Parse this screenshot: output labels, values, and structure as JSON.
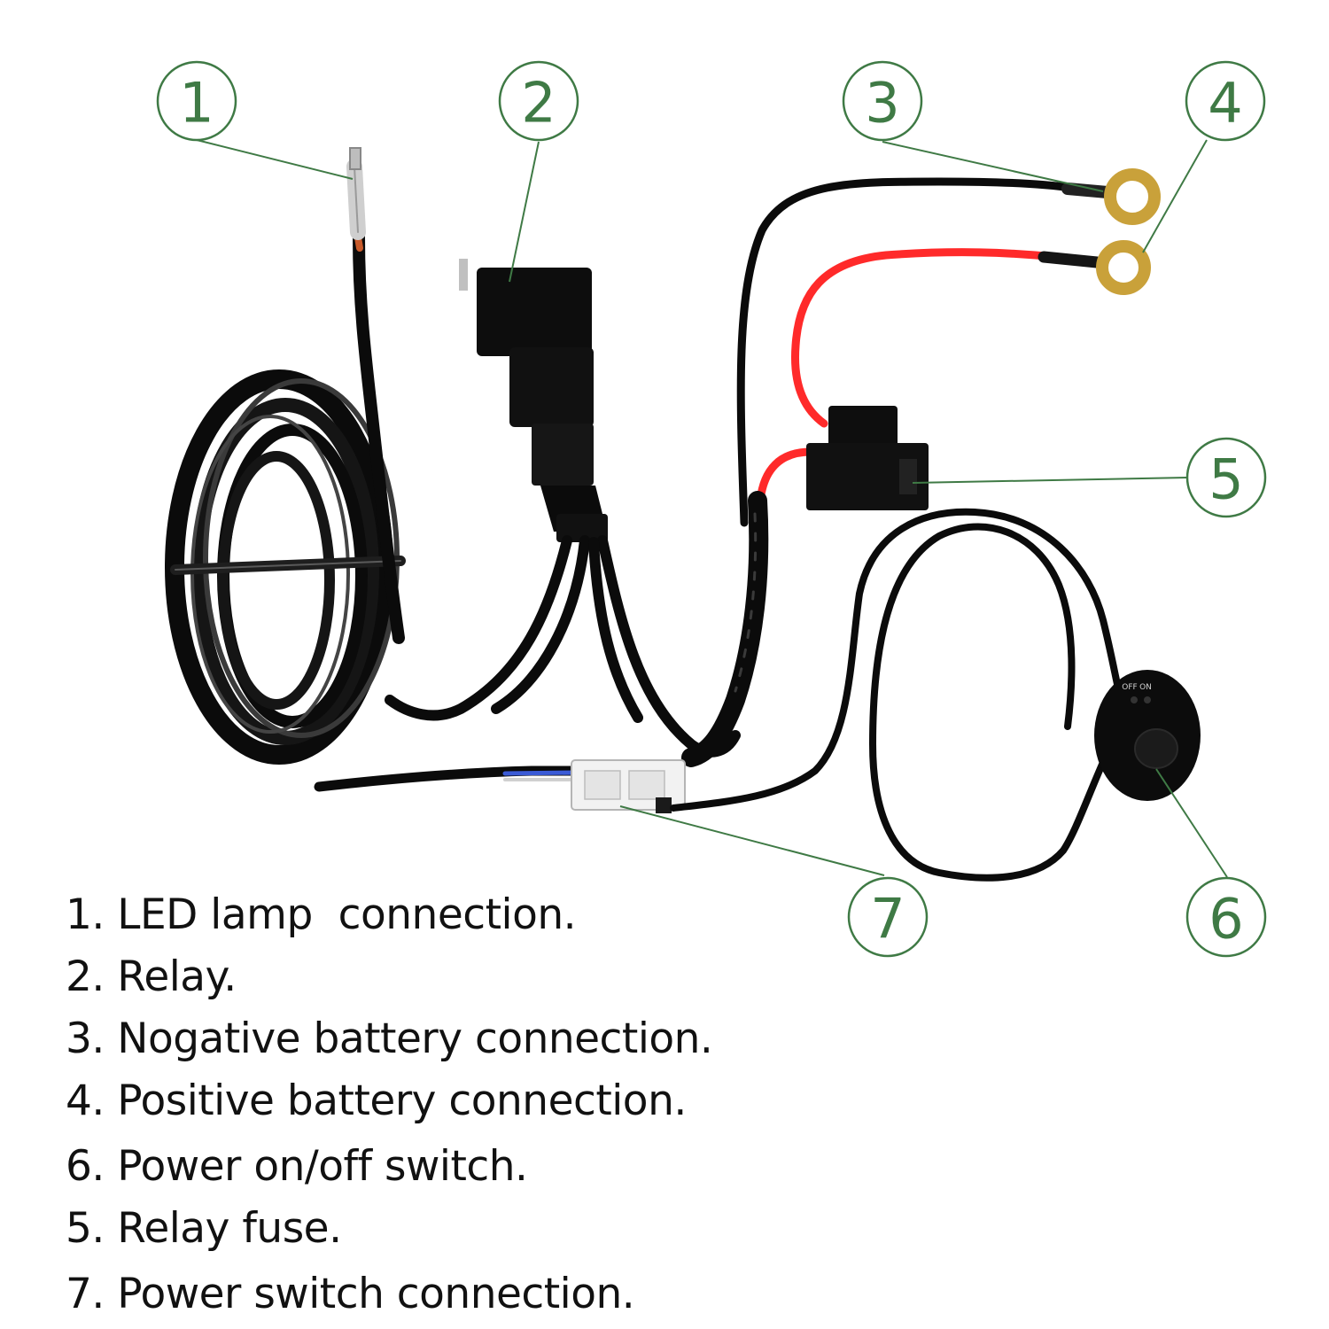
{
  "callouts": [
    "1",
    "2",
    "3",
    "4",
    "5",
    "6",
    "7"
  ],
  "legend": [
    "1. LED lamp  connection.",
    "2. Relay.",
    "3. Nogative battery connection.",
    "4. Positive battery connection.",
    "6. Power on/off switch.",
    "5. Relay fuse.",
    "7. Power switch connection."
  ],
  "switch_markings": {
    "off": "OFF",
    "on": "ON"
  },
  "colors": {
    "callout_green": "#3f7a45",
    "wire_black": "#0b0b0b",
    "wire_red": "#ff2a2a",
    "ring_terminal": "#c9a13a",
    "legend_text": "#111111"
  }
}
